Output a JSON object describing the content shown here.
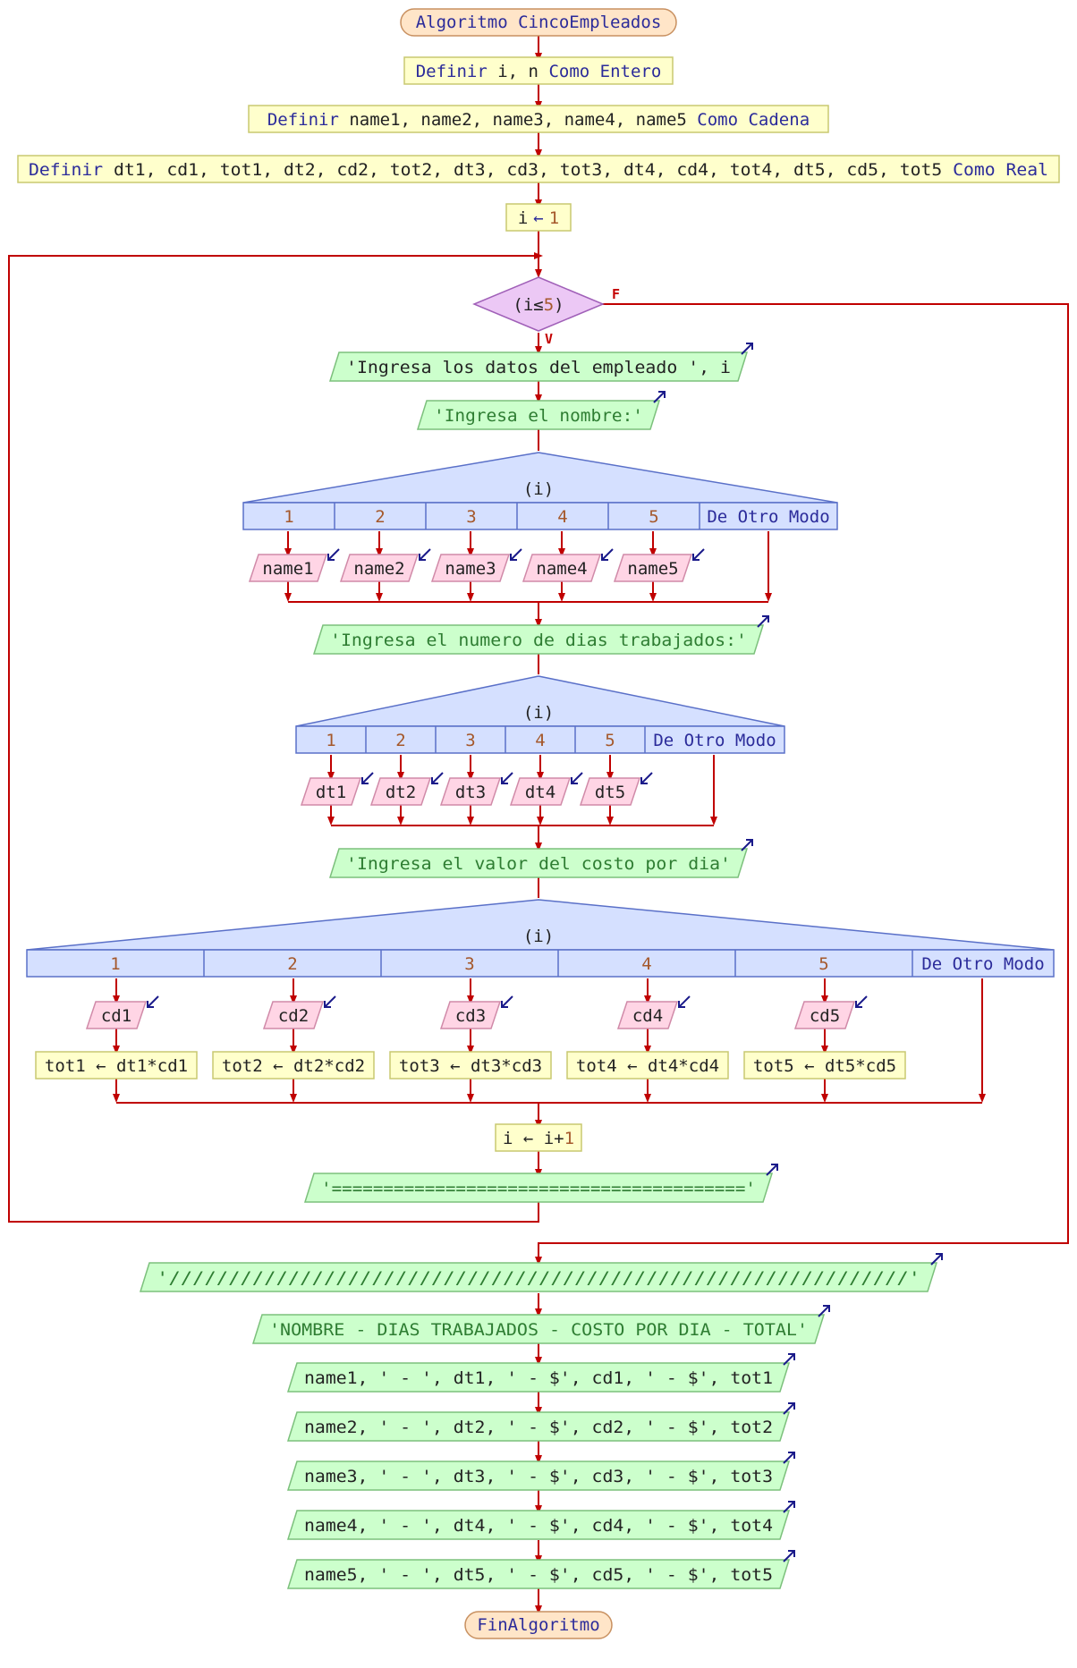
{
  "start": "Algoritmo CincoEmpleados",
  "end": "FinAlgoritmo",
  "defs": {
    "line1": {
      "a": "Definir ",
      "b": "i, n",
      "c": " Como Entero"
    },
    "line2": {
      "a": "Definir ",
      "b": "name1, name2, name3, name4, name5",
      "c": " Como Cadena"
    },
    "line3": {
      "a": "Definir ",
      "b": "dt1, cd1, tot1, dt2, cd2, tot2, dt3, cd3, tot3, dt4, cd4, tot4, dt5, cd5, tot5",
      "c": " Como Real"
    }
  },
  "init": {
    "var": "i",
    "arrow": "←",
    "val": "1"
  },
  "loop": {
    "cond_a": "(i≤",
    "cond_num": "5",
    "cond_b": ")",
    "true_label": "V",
    "false_label": "F"
  },
  "outputs": {
    "empleado": "'Ingresa los datos del empleado ', i",
    "nombre": "'Ingresa el nombre:'",
    "dias": "'Ingresa el numero de dias trabajados:'",
    "costo": "'Ingresa el valor del costo por dia'",
    "separator": "'========================================'",
    "slashes": "'//////////////////////////////////////////////////////////////'",
    "header": "'NOMBRE - DIAS TRABAJADOS - COSTO POR DIA - TOTAL'",
    "rows": [
      "name1, ' - ', dt1, ' - $', cd1, ' - $', tot1",
      "name2, ' - ', dt2, ' - $', cd2, ' - $', tot2",
      "name3, ' - ', dt3, ' - $', cd3, ' - $', tot3",
      "name4, ' - ', dt4, ' - $', cd4, ' - $', tot4",
      "name5, ' - ', dt5, ' - $', cd5, ' - $', tot5"
    ]
  },
  "switches": {
    "selector": "(i)",
    "cases": [
      "1",
      "2",
      "3",
      "4",
      "5"
    ],
    "default": "De Otro Modo",
    "names": [
      "name1",
      "name2",
      "name3",
      "name4",
      "name5"
    ],
    "days": [
      "dt1",
      "dt2",
      "dt3",
      "dt4",
      "dt5"
    ],
    "costs": [
      "cd1",
      "cd2",
      "cd3",
      "cd4",
      "cd5"
    ],
    "totals": [
      "tot1 ← dt1*cd1",
      "tot2 ← dt2*cd2",
      "tot3 ← dt3*cd3",
      "tot4 ← dt4*cd4",
      "tot5 ← dt5*cd5"
    ]
  },
  "increment": {
    "a": "i ← i+",
    "b": "1"
  },
  "colors": {
    "process_fill": "#ffffcc",
    "process_stroke": "#c8c870",
    "io_out_fill": "#ccffcc",
    "io_out_stroke": "#7cc07c",
    "io_in_fill": "#ffd5e5",
    "io_in_stroke": "#d08aa8",
    "decision_fill": "#ecc8f5",
    "decision_stroke": "#a060b8",
    "switch_fill": "#d5e0ff",
    "switch_stroke": "#5a70c8",
    "terminal_fill": "#ffe5c8",
    "terminal_stroke": "#c89060",
    "arrow": "#c00000",
    "io_marker": "#1a1a8a"
  }
}
